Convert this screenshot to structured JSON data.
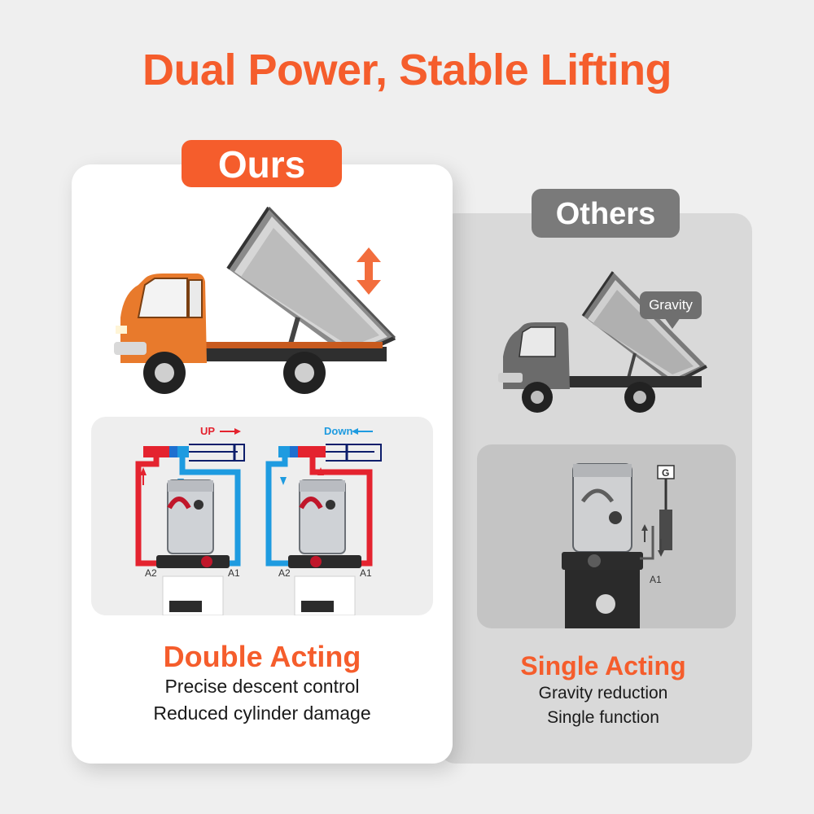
{
  "headline": "Dual Power, Stable Lifting",
  "colors": {
    "accent": "#f55d2c",
    "others_tag": "#7a7a7a",
    "truck_orange": "#e87a2c",
    "truck_gray": "#6b6b6b",
    "hydraulic_red": "#e4232f",
    "hydraulic_blue": "#1e9be0"
  },
  "ours": {
    "tag": "Ours",
    "up_label": "UP",
    "down_label": "Down",
    "port_a2": "A2",
    "port_a1": "A1",
    "title": "Double Acting",
    "lines": [
      "Precise descent control",
      "Reduced cylinder damage"
    ]
  },
  "others": {
    "tag": "Others",
    "bubble": "Gravity",
    "g_label": "G",
    "port_a1": "A1",
    "title": "Single Acting",
    "lines": [
      "Gravity reduction",
      "Single function"
    ]
  },
  "icons": [
    "double-arrow-icon",
    "arrow-right-icon",
    "arrow-left-icon",
    "arrow-up-icon",
    "arrow-down-icon"
  ]
}
